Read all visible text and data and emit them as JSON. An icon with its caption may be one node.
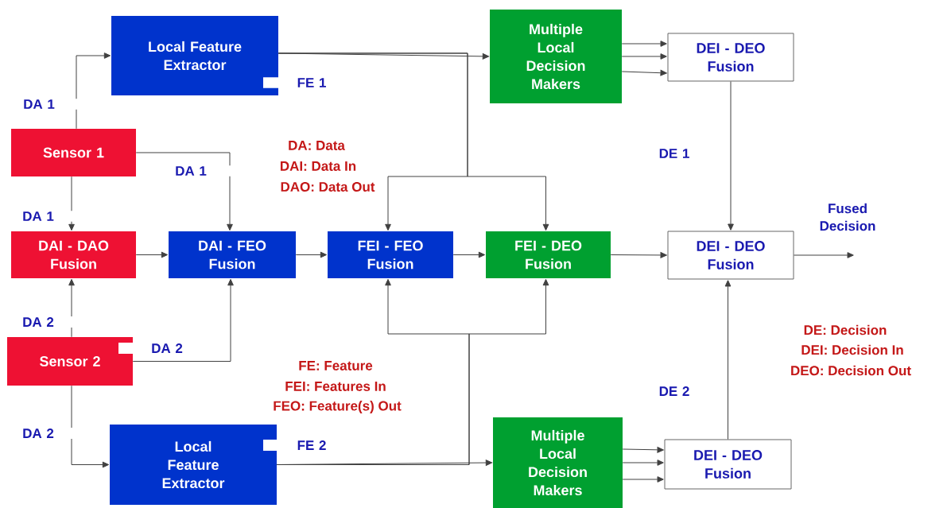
{
  "diagram": {
    "nodes": [
      {
        "text": [
          "Local Feature Extractor"
        ]
      },
      {
        "text": [
          "Multiple Local Decision Makers"
        ]
      },
      {
        "text": [
          "DEI - DEO Fusion"
        ]
      },
      {
        "text": [
          "Sensor 1"
        ]
      },
      {
        "text": [
          "DAI - DAO Fusion"
        ]
      },
      {
        "text": [
          "DAI - FEO Fusion"
        ]
      },
      {
        "text": [
          "FEI - FEO Fusion"
        ]
      },
      {
        "text": [
          "FEI - DEO Fusion"
        ]
      },
      {
        "text": [
          "DEI - DEO Fusion"
        ]
      },
      {
        "text": [
          "Sensor 2"
        ]
      },
      {
        "text": [
          "Local Feature Extractor"
        ]
      },
      {
        "text": [
          "Multiple Local Decision Makers"
        ]
      },
      {
        "text": [
          "DEI - DEO Fusion"
        ]
      }
    ],
    "edges": [
      {
        "from": 3,
        "to": 0,
        "arrow": "to",
        "label": "DA 1"
      },
      {
        "from": 3,
        "to": 5,
        "arrow": "to",
        "label": "DA 1"
      },
      {
        "from": 3,
        "to": 4,
        "arrow": "to",
        "label": "DA 1"
      },
      {
        "from": 9,
        "to": 4,
        "arrow": "to",
        "label": "DA 2"
      },
      {
        "from": 9,
        "to": 5,
        "arrow": "to",
        "label": "DA 2"
      },
      {
        "from": 9,
        "to": 10,
        "arrow": "to",
        "label": "DA 2"
      },
      {
        "from": 4,
        "to": 5,
        "arrow": "to"
      },
      {
        "from": 5,
        "to": 6,
        "arrow": "to"
      },
      {
        "from": 6,
        "to": 7,
        "arrow": "to"
      },
      {
        "from": 7,
        "to": 8,
        "arrow": "to"
      },
      {
        "from": 0,
        "to": 1,
        "arrow": "to",
        "label": "FE 1"
      },
      {
        "from": 0,
        "to": 6,
        "arrow": "to"
      },
      {
        "from": 0,
        "to": 7,
        "arrow": "to"
      },
      {
        "from": 10,
        "to": 11,
        "arrow": "to",
        "label": "FE 2"
      },
      {
        "from": 10,
        "to": 6,
        "arrow": "to"
      },
      {
        "from": 10,
        "to": 7,
        "arrow": "to"
      },
      {
        "from": 1,
        "to": 2,
        "arrow": "to"
      },
      {
        "from": 1,
        "to": 2,
        "arrow": "to"
      },
      {
        "from": 1,
        "to": 2,
        "arrow": "to"
      },
      {
        "from": 2,
        "to": 8,
        "arrow": "to",
        "label": "DE 1"
      },
      {
        "from": 11,
        "to": 12,
        "arrow": "to"
      },
      {
        "from": 11,
        "to": 12,
        "arrow": "to"
      },
      {
        "from": 11,
        "to": 12,
        "arrow": "to"
      },
      {
        "from": 12,
        "to": 8,
        "arrow": "to",
        "label": "DE 2"
      },
      {
        "from": 8,
        "to": null,
        "arrow": "to",
        "label": "Fused Decision"
      }
    ],
    "labels": [
      "DA: Data",
      "DAI: Data In",
      "DAO: Data Out",
      "FE: Feature",
      "FEI: Features In",
      "FEO: Feature(s) Out",
      "DE: Decision",
      "DEI: Decision In",
      "DEO: Decision Out"
    ]
  }
}
